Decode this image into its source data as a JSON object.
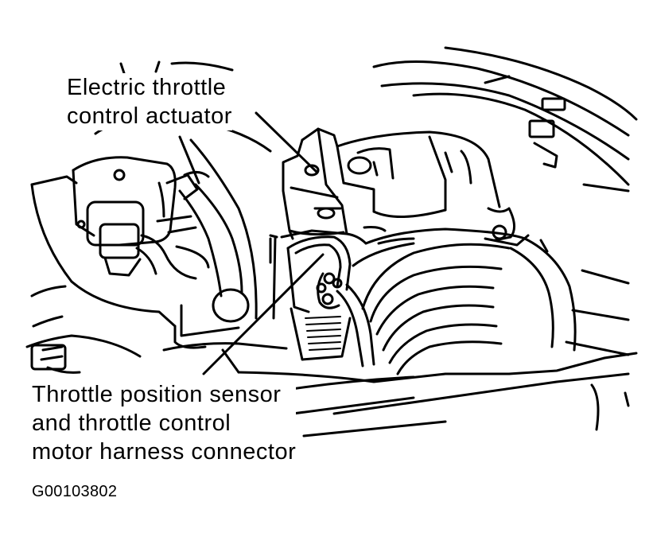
{
  "labels": {
    "actuator": {
      "line1": "Electric throttle",
      "line2": "control actuator"
    },
    "connector": {
      "line1": "Throttle position sensor",
      "line2": "and throttle control",
      "line3": "motor harness connector"
    }
  },
  "figure_code": "G00103802"
}
